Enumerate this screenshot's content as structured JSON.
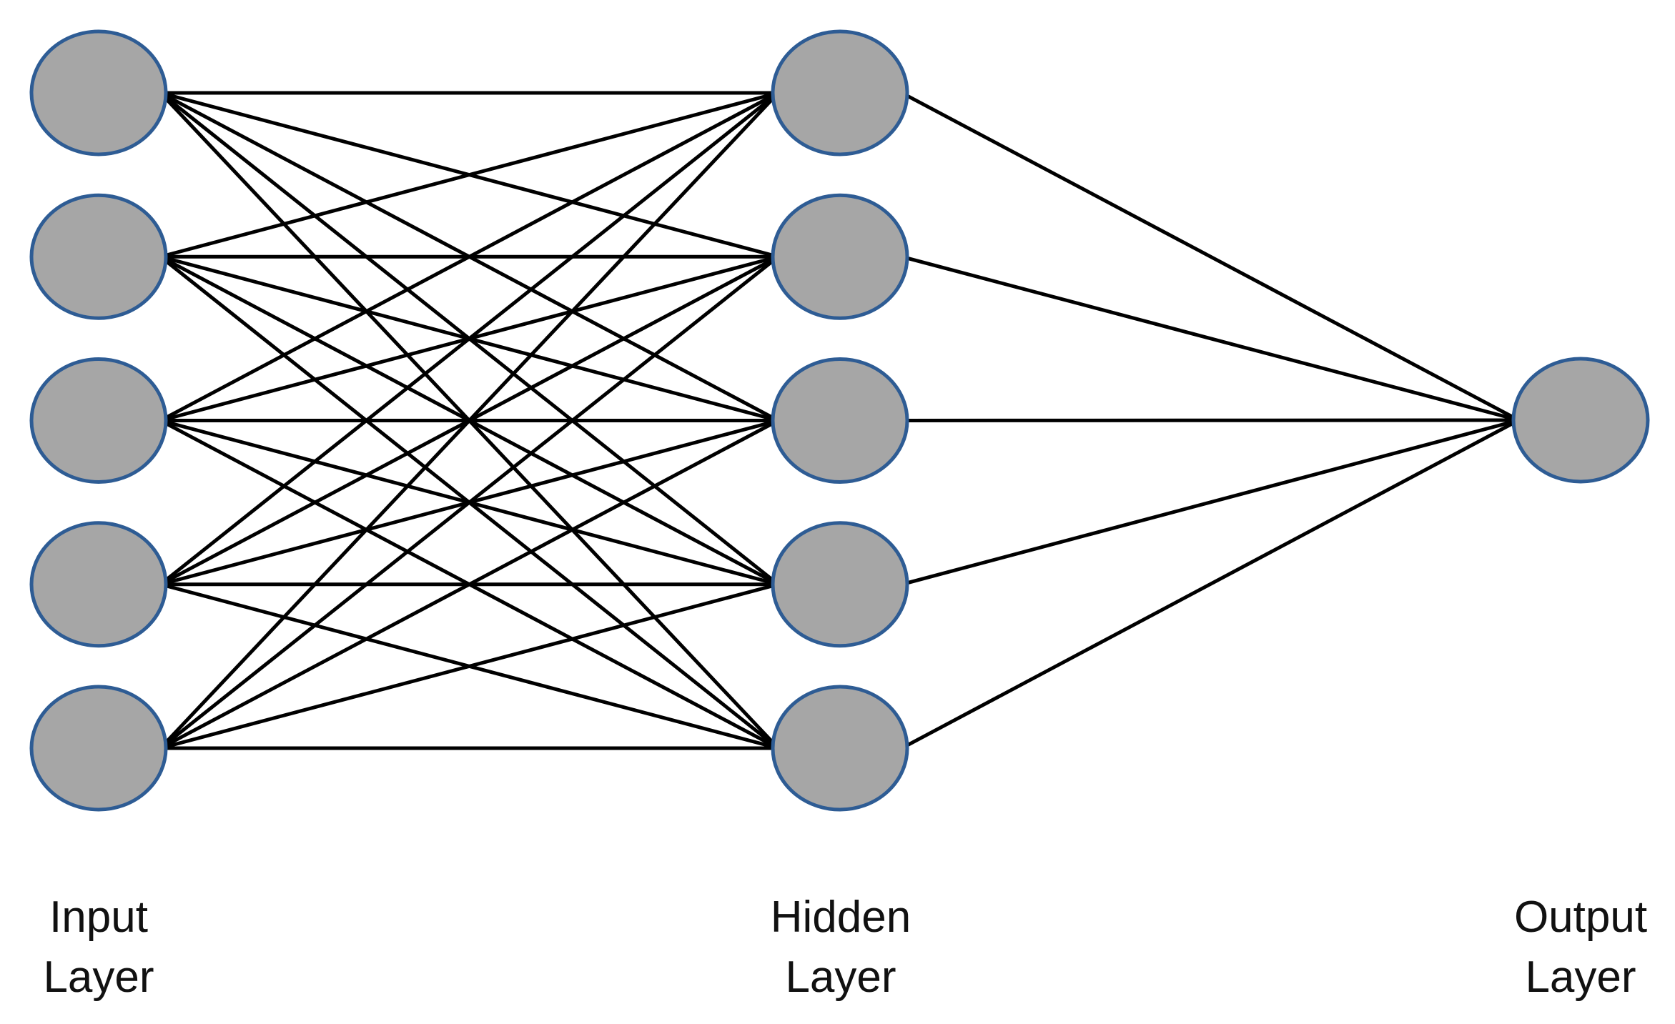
{
  "diagram": {
    "type": "neural-network",
    "colors": {
      "node_fill": "#a6a6a6",
      "node_stroke": "#2e5c94",
      "edge": "#000000",
      "background": "#ffffff"
    },
    "layers": [
      {
        "id": "input",
        "label_line1": "Input",
        "label_line2": "Layer",
        "nodes": 5
      },
      {
        "id": "hidden",
        "label_line1": "Hidden",
        "label_line2": "Layer",
        "nodes": 5
      },
      {
        "id": "output",
        "label_line1": "Output",
        "label_line2": "Layer",
        "nodes": 1
      }
    ],
    "connectivity": "fully-connected"
  }
}
